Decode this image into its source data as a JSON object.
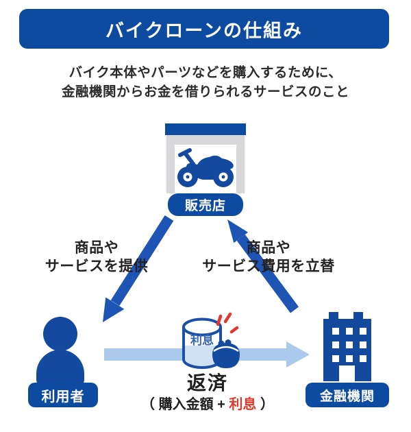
{
  "header": {
    "title": "バイクローンの仕組み"
  },
  "subtitle": {
    "line1": "バイク本体やパーツなどを購入するために、",
    "line2": "金融機関からお金を借りられるサービスのこと"
  },
  "nodes": {
    "shop": {
      "label": "販売店",
      "icon": "motorcycle-garage-icon"
    },
    "user": {
      "label": "利用者",
      "icon": "person-icon"
    },
    "bank": {
      "label": "金融機関",
      "icon": "bank-building-icon"
    }
  },
  "flows": {
    "shop_to_user": {
      "line1": "商品や",
      "line2": "サービスを提供"
    },
    "bank_to_shop": {
      "line1": "商品や",
      "line2": "サービス費用を立替"
    },
    "user_to_bank": {
      "title": "返済",
      "detail_prefix": "（ 購入金額 + ",
      "detail_highlight": "利息",
      "detail_suffix": " ）",
      "coin_label": "利息"
    }
  },
  "icons": [
    "motorcycle-icon",
    "person-icon",
    "bank-building-icon",
    "coin-stack-icon",
    "coin-purse-icon",
    "emphasis-marks-icon",
    "down-left-arrow-icon",
    "up-left-arrow-icon",
    "right-arrow-icon"
  ],
  "colors": {
    "primary_navy": "#0d4ba1",
    "icon_blue": "#134a9e",
    "arrow_blue": "#1e55b4",
    "light_arrow_blue": "#abc9ea",
    "cylinder_fill": "#cfe0f2",
    "accent_red": "#e0382a",
    "text_dark": "#222222",
    "frame_gray": "#d8d8db"
  }
}
